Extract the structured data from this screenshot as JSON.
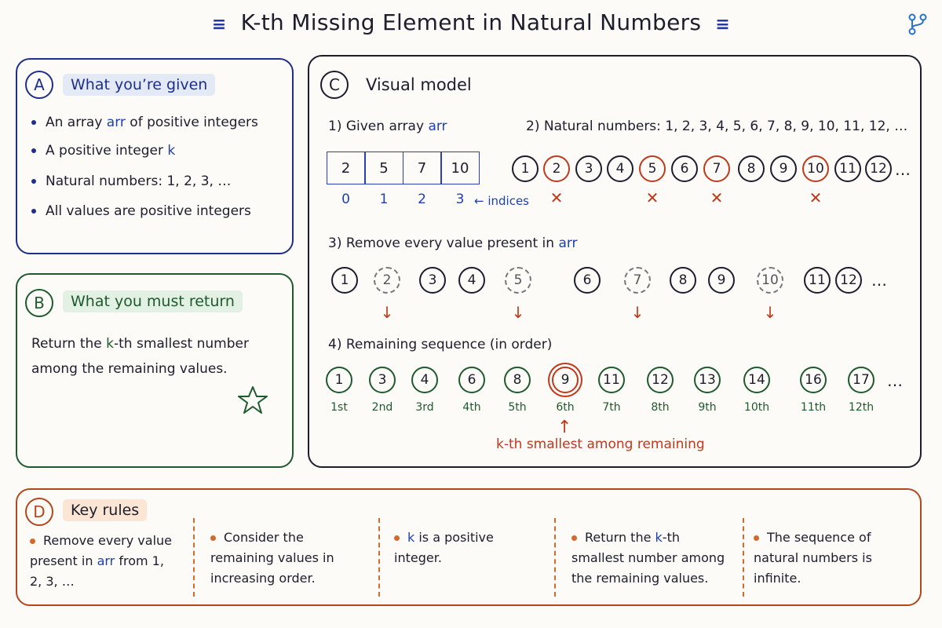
{
  "title": "K-th Missing Element in Natural Numbers",
  "panel_a": {
    "letter": "A",
    "heading": "What you’re given",
    "bullets": [
      {
        "pre": "An array ",
        "hl": "arr",
        "post": " of positive integers"
      },
      {
        "pre": "A positive integer ",
        "hl": "k",
        "post": ""
      },
      {
        "pre": "Natural numbers: 1, 2, 3, …",
        "hl": "",
        "post": ""
      },
      {
        "pre": "All values are positive integers",
        "hl": "",
        "post": ""
      }
    ]
  },
  "panel_b": {
    "letter": "B",
    "heading": "What you must return",
    "line1_pre": "Return the ",
    "line1_hl": "k",
    "line1_post": "-th smallest number",
    "line2": "among the remaining values."
  },
  "panel_c": {
    "letter": "C",
    "heading": "Visual model",
    "step1": {
      "label": "1) Given array ",
      "hl": "arr"
    },
    "array": [
      2,
      5,
      7,
      10
    ],
    "indices": [
      0,
      1,
      2,
      3
    ],
    "indices_label": "← indices",
    "step2": {
      "label": "2) Natural numbers: 1, 2, 3, 4, 5, 6, 7, 8, 9, 10, 11, 12, …"
    },
    "naturals": [
      "1",
      "2",
      "3",
      "4",
      "5",
      "6",
      "7",
      "8",
      "9",
      "10",
      "11",
      "12"
    ],
    "highlighted": [
      "2",
      "5",
      "7",
      "10"
    ],
    "x_mark": "✕",
    "step3": {
      "label": "3) Remove every value present in ",
      "hl": "arr"
    },
    "removed_row": [
      "1",
      "2",
      "3",
      "4",
      "5",
      "6",
      "7",
      "8",
      "9",
      "10",
      "11",
      "12"
    ],
    "step4": {
      "label": "4) Remaining sequence (in order)"
    },
    "remaining": [
      "1",
      "3",
      "4",
      "6",
      "8",
      "9",
      "11",
      "12",
      "13",
      "14",
      "16",
      "17"
    ],
    "ordinals": [
      "1st",
      "2nd",
      "3rd",
      "4th",
      "5th",
      "6th",
      "7th",
      "8th",
      "9th",
      "10th",
      "11th",
      "12th"
    ],
    "highlight_index": 5,
    "pointer_label": "k-th smallest among remaining",
    "ellipsis": "…"
  },
  "panel_d": {
    "letter": "D",
    "heading": "Key rules",
    "rules": [
      {
        "pre": "",
        "hl": "",
        "text": "Remove every value present in ",
        "hl2": "arr",
        "post": " from 1, 2, 3, …"
      },
      {
        "text": "Consider the remaining values in increasing order."
      },
      {
        "hl": "k",
        "text": " is a positive integer."
      },
      {
        "pre": "Return the ",
        "hl": "k",
        "post": "-th smallest number among the remaining values."
      },
      {
        "text": "The sequence of natural numbers is infinite."
      }
    ]
  },
  "colors": {
    "blue": "#1e3fb0",
    "green": "#1e5a2e",
    "red": "#c0391b",
    "orange": "#d46a2a"
  },
  "icons": {
    "corner": "branch-icon",
    "star": "star-icon"
  }
}
